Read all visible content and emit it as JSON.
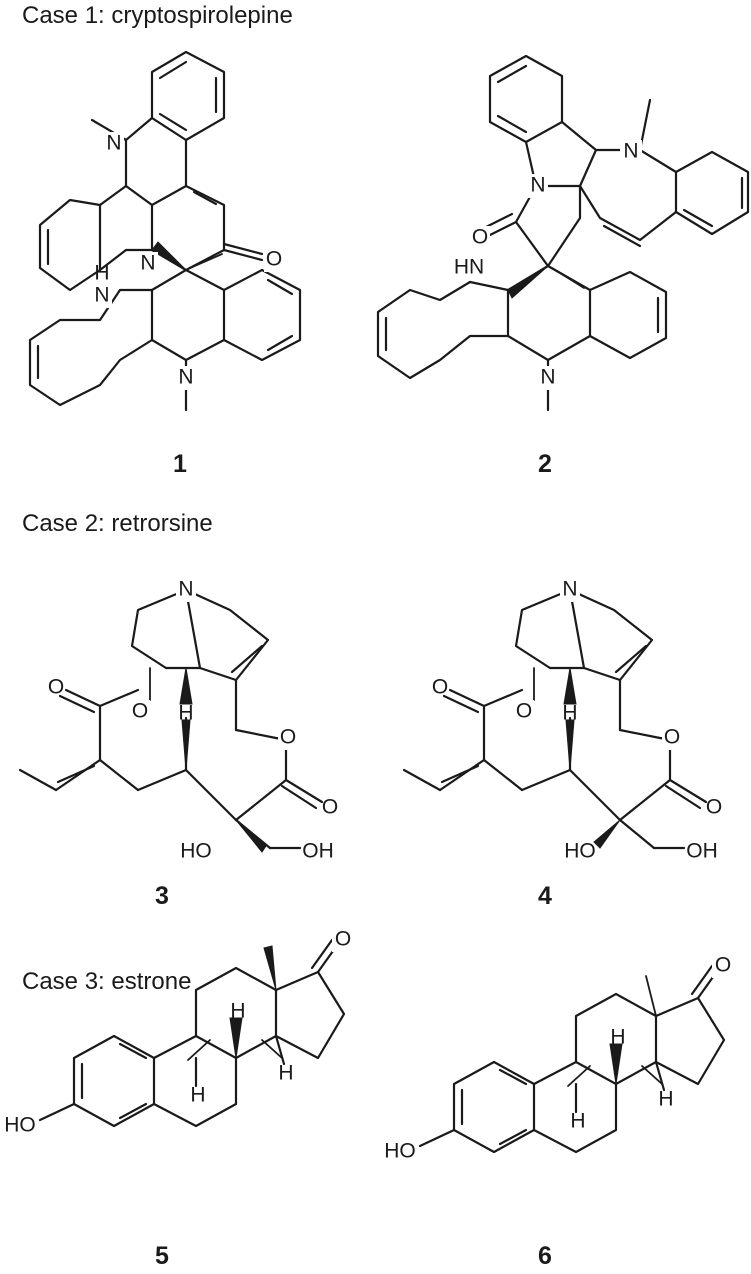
{
  "cases": [
    {
      "title": "Case 1: cryptospirolepine",
      "compounds": [
        {
          "label": "1",
          "atoms": {
            "n_methyl": "N",
            "n_ring": "N",
            "nh": "H",
            "nh_n": "N",
            "n_bottom": "N",
            "oxo": "O"
          }
        },
        {
          "label": "2",
          "atoms": {
            "n_top": "N",
            "n_ring": "N",
            "oxo": "O",
            "nh": "HN",
            "n_bottom": "N"
          }
        }
      ]
    },
    {
      "title": "Case 2: retrorsine",
      "compounds": [
        {
          "label": "3",
          "atoms": {
            "n": "N",
            "h": "H",
            "o_ester1": "O",
            "o_carbonyl1": "O",
            "o_ester2": "O",
            "o_carbonyl2": "O",
            "ho": "HO",
            "oh": "OH"
          }
        },
        {
          "label": "4",
          "atoms": {
            "n": "N",
            "h": "H",
            "o_ester1": "O",
            "o_carbonyl1": "O",
            "o_ester2": "O",
            "o_carbonyl2": "O",
            "ho": "HO",
            "oh": "OH"
          }
        }
      ]
    },
    {
      "title": "Case 3: estrone",
      "compounds": [
        {
          "label": "5",
          "atoms": {
            "oxo": "O",
            "h_top": "H",
            "h_left": "H",
            "h_right": "H",
            "ho": "HO"
          }
        },
        {
          "label": "6",
          "atoms": {
            "oxo": "O",
            "h_top": "H",
            "h_left": "H",
            "h_right": "H",
            "ho": "HO"
          }
        }
      ]
    }
  ]
}
